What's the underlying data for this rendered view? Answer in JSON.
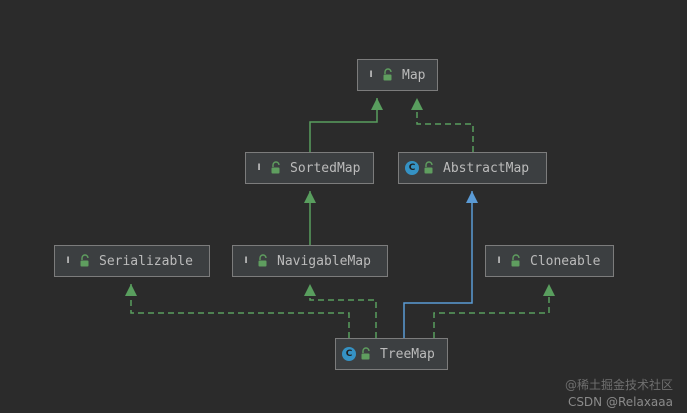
{
  "nodes": [
    {
      "id": "map",
      "label": "Map",
      "kind": "interface",
      "kind_letter": "I"
    },
    {
      "id": "sortedmap",
      "label": "SortedMap",
      "kind": "interface",
      "kind_letter": "I"
    },
    {
      "id": "abstractmap",
      "label": "AbstractMap",
      "kind": "abstract-class",
      "kind_letter": "C"
    },
    {
      "id": "serializable",
      "label": "Serializable",
      "kind": "interface",
      "kind_letter": "I"
    },
    {
      "id": "navigablemap",
      "label": "NavigableMap",
      "kind": "interface",
      "kind_letter": "I"
    },
    {
      "id": "cloneable",
      "label": "Cloneable",
      "kind": "interface",
      "kind_letter": "I"
    },
    {
      "id": "treemap",
      "label": "TreeMap",
      "kind": "class",
      "kind_letter": "C"
    }
  ],
  "edges": [
    {
      "from": "sortedmap",
      "to": "map",
      "type": "extends"
    },
    {
      "from": "abstractmap",
      "to": "map",
      "type": "implements"
    },
    {
      "from": "navigablemap",
      "to": "sortedmap",
      "type": "extends"
    },
    {
      "from": "treemap",
      "to": "abstractmap",
      "type": "extends-class"
    },
    {
      "from": "treemap",
      "to": "serializable",
      "type": "implements"
    },
    {
      "from": "treemap",
      "to": "navigablemap",
      "type": "implements"
    },
    {
      "from": "treemap",
      "to": "cloneable",
      "type": "implements"
    }
  ],
  "colors": {
    "background": "#2b2b2b",
    "node_fill": "#3c3f41",
    "node_border": "#7c7c7c",
    "node_text": "#bbbbbb",
    "interface_edge": "#599e5e",
    "class_edge": "#5b9bd5",
    "interface_badge": "#599e5e",
    "class_badge": "#3592c4",
    "lock": "#5f9e5f"
  },
  "icons": {
    "kind_badge": "circle-letter-icon",
    "visibility": "unlock-icon"
  },
  "watermark": {
    "line1": "@稀土掘金技术社区",
    "line2": "CSDN @Relaxaaa"
  }
}
